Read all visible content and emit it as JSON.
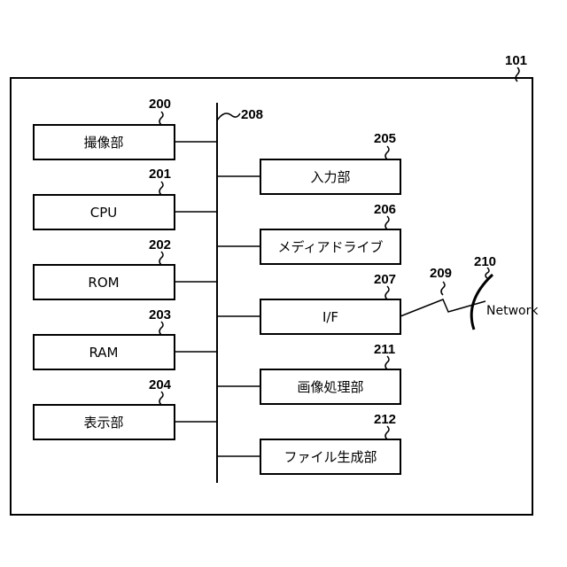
{
  "device": {
    "ref": "101"
  },
  "bus": {
    "ref": "208"
  },
  "blocks_left": [
    {
      "ref": "200",
      "label": "撮像部"
    },
    {
      "ref": "201",
      "label": "CPU"
    },
    {
      "ref": "202",
      "label": "ROM"
    },
    {
      "ref": "203",
      "label": "RAM"
    },
    {
      "ref": "204",
      "label": "表示部"
    }
  ],
  "blocks_right": [
    {
      "ref": "205",
      "label": "入力部"
    },
    {
      "ref": "206",
      "label": "メディアドライブ"
    },
    {
      "ref": "207",
      "label": "I/F"
    },
    {
      "ref": "211",
      "label": "画像処理部"
    },
    {
      "ref": "212",
      "label": "ファイル生成部"
    }
  ],
  "link": {
    "ref": "209"
  },
  "network": {
    "ref": "210",
    "label": "Network"
  }
}
